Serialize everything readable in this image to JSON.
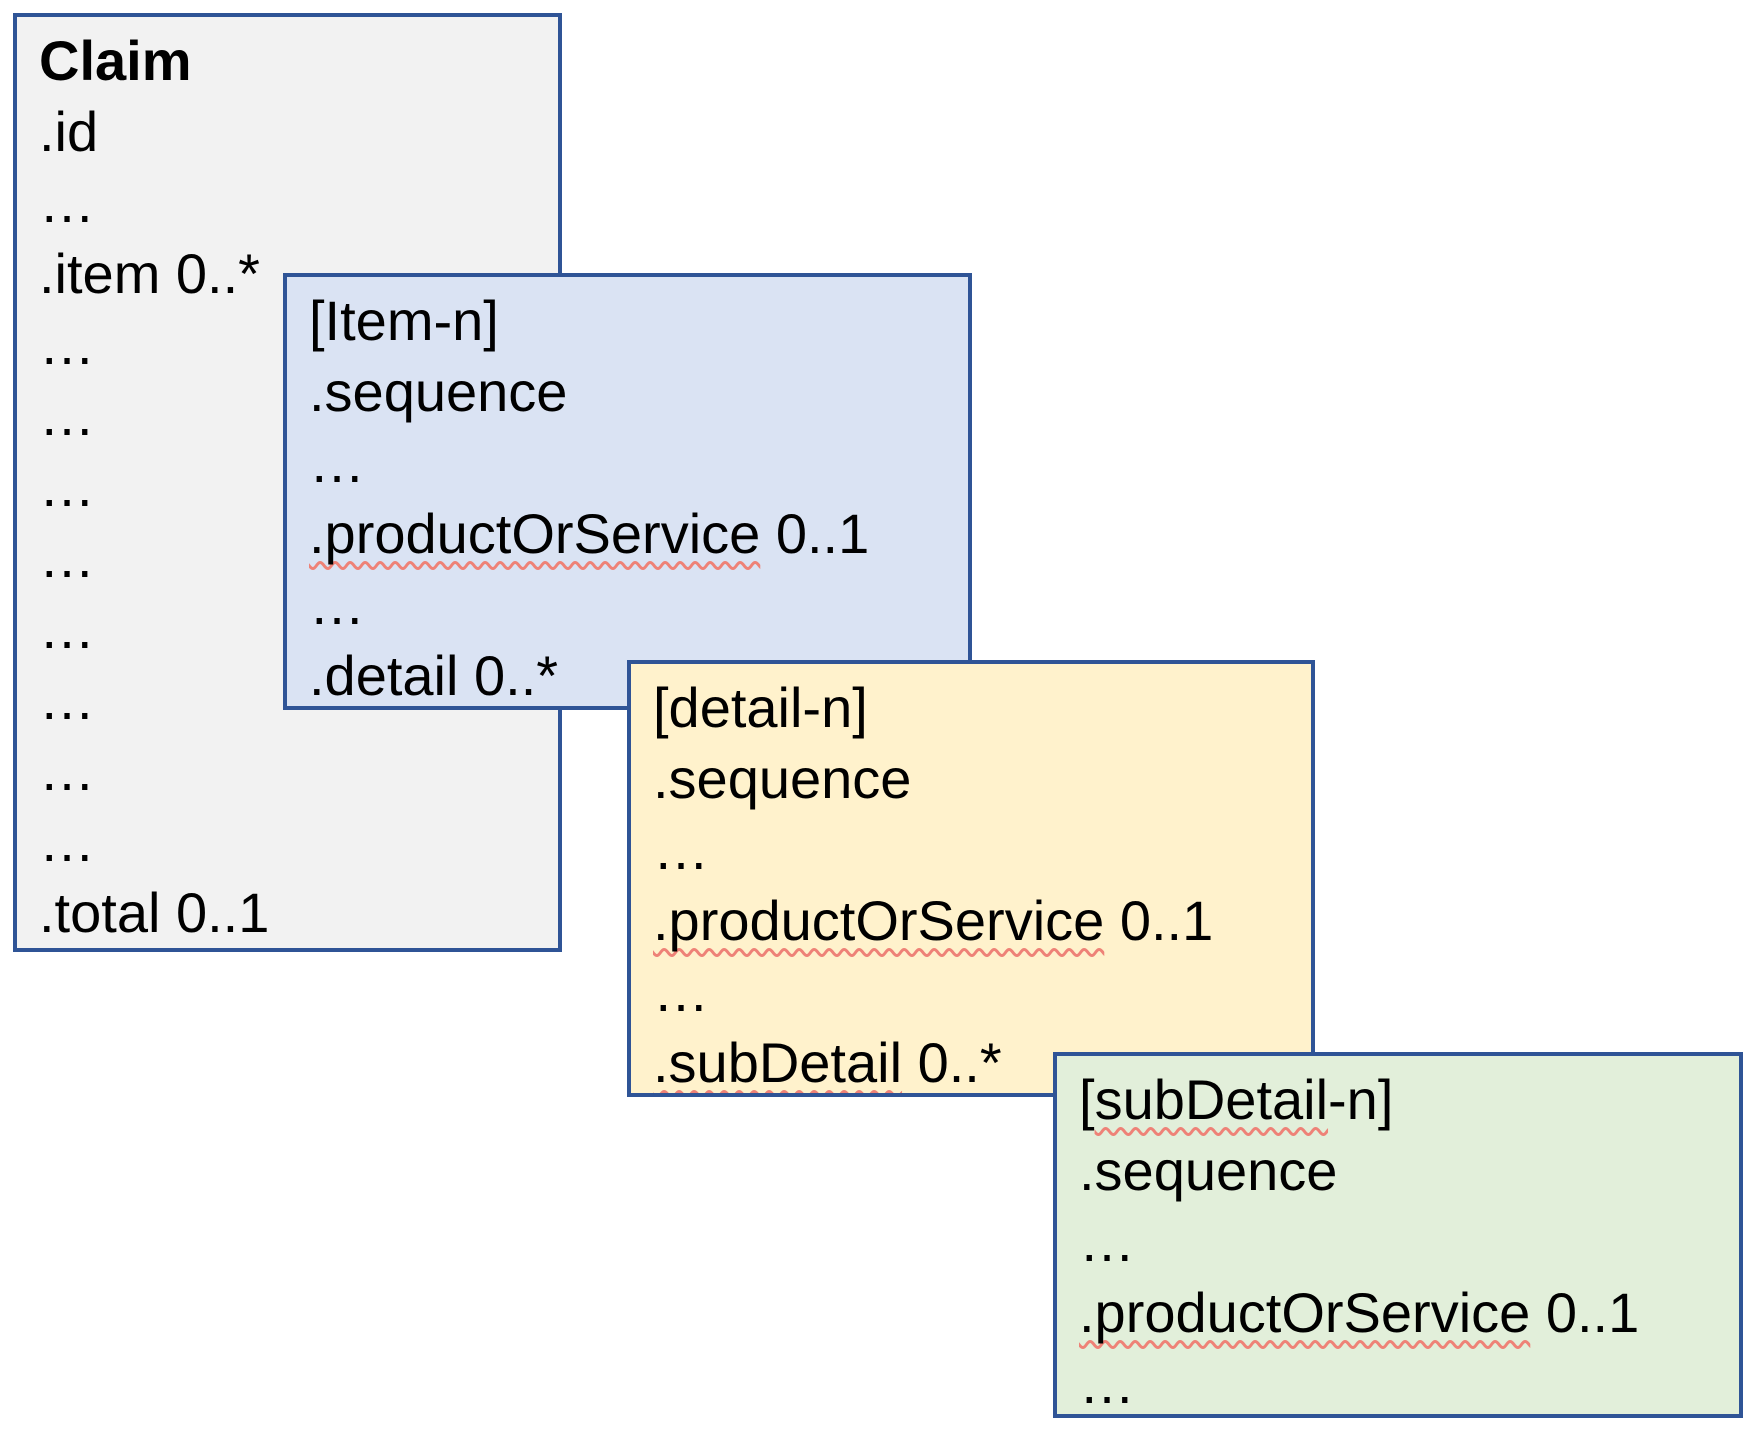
{
  "page": {
    "background": "#ffffff"
  },
  "colors": {
    "border": "#2F5496",
    "squiggle": "#ee8277",
    "claim_fill": "#F2F2F2",
    "item_fill": "#DAE3F3",
    "detail_fill": "#FFF2CC",
    "subdetail_fill": "#E2EFDA",
    "text": "#000000"
  },
  "boxes": [
    {
      "key": "claim",
      "fill": "#F2F2F2",
      "lines": [
        {
          "text": "Claim",
          "bold": true
        },
        {
          "text": ".id"
        },
        {
          "text": "…"
        },
        {
          "text": ".item 0..*"
        },
        {
          "text": "…"
        },
        {
          "text": "…"
        },
        {
          "text": "…"
        },
        {
          "text": "…"
        },
        {
          "text": "…"
        },
        {
          "text": "…"
        },
        {
          "text": "…"
        },
        {
          "text": "…"
        },
        {
          "text": ".total 0..1"
        }
      ]
    },
    {
      "key": "item",
      "fill": "#DAE3F3",
      "lines": [
        {
          "text": "[Item-n]"
        },
        {
          "text": ".sequence"
        },
        {
          "text": "…"
        },
        {
          "text": ".productOrService 0..1",
          "squiggle": ".productOrService"
        },
        {
          "text": "…"
        },
        {
          "text": ".detail 0..*"
        }
      ]
    },
    {
      "key": "detail",
      "fill": "#FFF2CC",
      "lines": [
        {
          "text": "[detail-n]"
        },
        {
          "text": ".sequence"
        },
        {
          "text": "…"
        },
        {
          "text": ".productOrService 0..1",
          "squiggle": ".productOrService"
        },
        {
          "text": "…"
        },
        {
          "text": ".subDetail 0..*",
          "squiggle": ".subDetail"
        }
      ]
    },
    {
      "key": "subdetail",
      "fill": "#E2EFDA",
      "lines": [
        {
          "text": "[subDetail-n]",
          "squiggle": "subDetail"
        },
        {
          "text": ".sequence"
        },
        {
          "text": "…"
        },
        {
          "text": ".productOrService 0..1",
          "squiggle": ".productOrService"
        },
        {
          "text": "…"
        }
      ]
    }
  ]
}
